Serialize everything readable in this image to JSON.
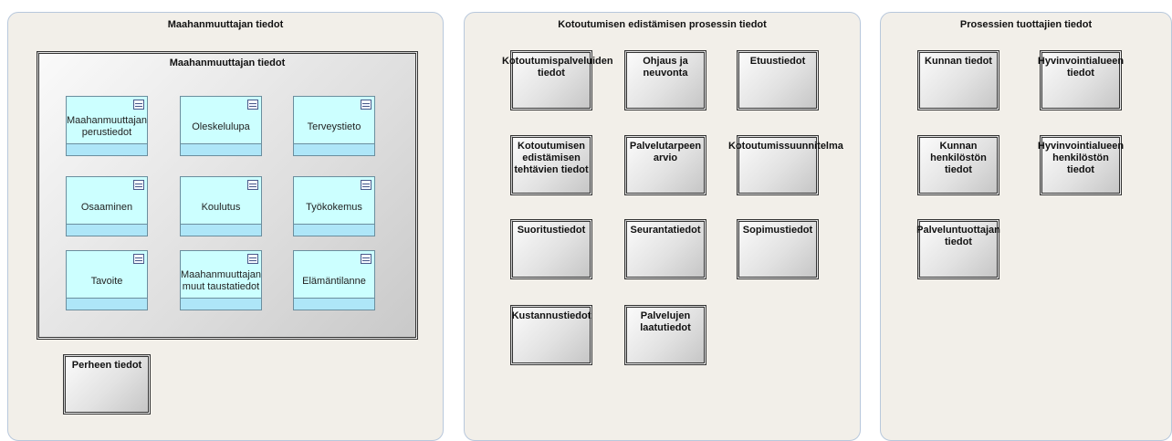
{
  "groups": {
    "immigrant": {
      "title": "Maahanmuuttajan tiedot",
      "inner_title": "Maahanmuuttajan tiedot",
      "entities": [
        [
          "Maahanmuuttajan",
          "perustiedot"
        ],
        [
          "Oleskelulupa"
        ],
        [
          "Terveystieto"
        ],
        [
          "Osaaminen"
        ],
        [
          "Koulutus"
        ],
        [
          "Työkokemus"
        ],
        [
          "Tavoite"
        ],
        [
          "Maahanmuuttajan",
          "muut taustatiedot"
        ],
        [
          "Elämäntilanne"
        ]
      ],
      "family": [
        "Perheen tiedot"
      ]
    },
    "process": {
      "title": "Kotoutumisen edistämisen prosessin tiedot",
      "boxes": [
        [
          "Kotoutumispalveluiden",
          "tiedot"
        ],
        [
          "Ohjaus ja",
          "neuvonta"
        ],
        [
          "Etuustiedot"
        ],
        [
          "Kotoutumisen",
          "edistämisen",
          "tehtävien tiedot"
        ],
        [
          "Palvelutarpeen",
          "arvio"
        ],
        [
          "Kotoutumissuunnitelma"
        ],
        [
          "Suoritustiedot"
        ],
        [
          "Seurantatiedot"
        ],
        [
          "Sopimustiedot"
        ],
        [
          "Kustannustiedot"
        ],
        [
          "Palvelujen",
          "laatutiedot"
        ]
      ]
    },
    "producers": {
      "title": "Prosessien tuottajien tiedot",
      "boxes": [
        [
          "Kunnan tiedot"
        ],
        [
          "Hyvinvointialueen",
          "tiedot"
        ],
        [
          "Kunnan",
          "henkilöstön",
          "tiedot"
        ],
        [
          "Hyvinvointialueen",
          "henkilöstön",
          "tiedot"
        ],
        [
          "Palveluntuottajan",
          "tiedot"
        ]
      ]
    }
  }
}
